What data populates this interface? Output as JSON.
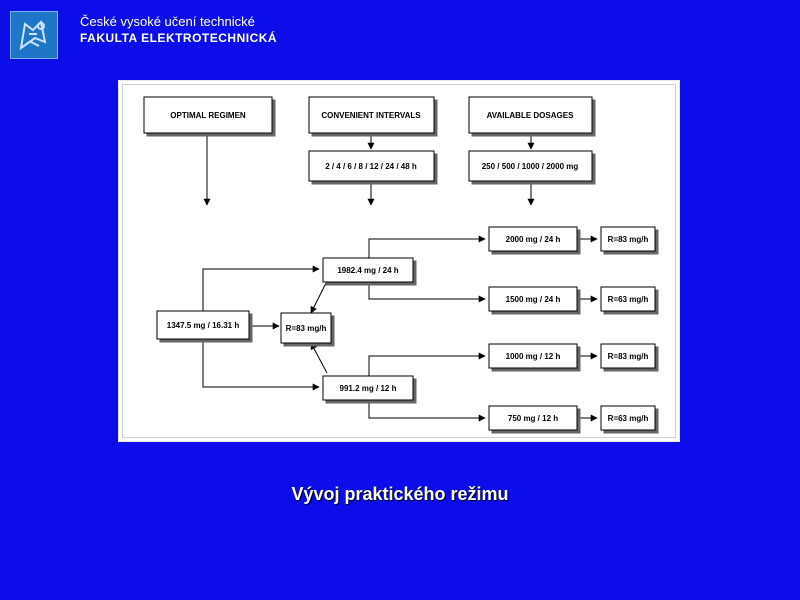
{
  "header": {
    "line1": "České vysoké učení technické",
    "line2": "FAKULTA ELEKTROTECHNICKÁ"
  },
  "diagram": {
    "top_boxes": {
      "optimal_regimen": "OPTIMAL REGIMEN",
      "convenient_intervals": "CONVENIENT INTERVALS",
      "available_dosages": "AVAILABLE DOSAGES"
    },
    "intervals_values": "2 / 4 / 6 / 8 / 12 / 24 / 48 h",
    "dosages_values": "250 / 500 / 1000 / 2000 mg",
    "regimen_main": "1347.5 mg /  16.31 h",
    "ratio_center": "R=83 mg/h",
    "option_24h": "1982.4 mg / 24 h",
    "option_12h": "991.2 mg / 12 h",
    "results": [
      {
        "dose": "2000 mg / 24 h",
        "ratio": "R=83 mg/h"
      },
      {
        "dose": "1500 mg / 24 h",
        "ratio": "R=63 mg/h"
      },
      {
        "dose": "1000 mg / 12 h",
        "ratio": "R=83 mg/h"
      },
      {
        "dose": "750 mg / 12 h",
        "ratio": "R=63 mg/h"
      }
    ]
  },
  "caption": "Vývoj praktického režimu"
}
